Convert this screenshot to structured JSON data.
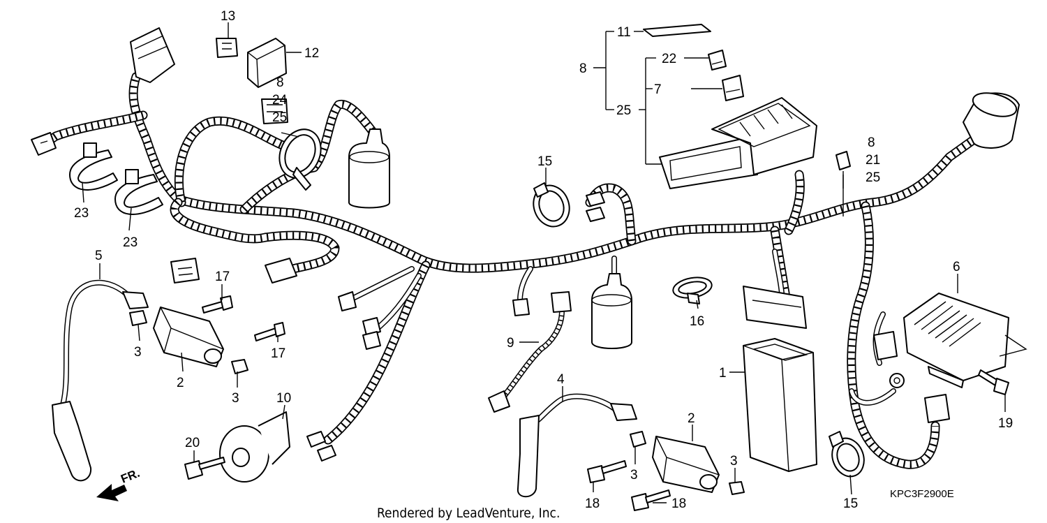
{
  "diagram": {
    "credit": "Rendered by LeadVenture, Inc.",
    "code": "KPC3F2900E",
    "direction_label": "FR.",
    "callouts": [
      {
        "id": "c13",
        "text": "13"
      },
      {
        "id": "c12",
        "text": "12"
      },
      {
        "id": "c8a",
        "text": "8"
      },
      {
        "id": "c24",
        "text": "24"
      },
      {
        "id": "c25a",
        "text": "25"
      },
      {
        "id": "c23a",
        "text": "23"
      },
      {
        "id": "c23b",
        "text": "23"
      },
      {
        "id": "c5",
        "text": "5"
      },
      {
        "id": "c17a",
        "text": "17"
      },
      {
        "id": "c3a",
        "text": "3"
      },
      {
        "id": "c17b",
        "text": "17"
      },
      {
        "id": "c2a",
        "text": "2"
      },
      {
        "id": "c3b",
        "text": "3"
      },
      {
        "id": "c10",
        "text": "10"
      },
      {
        "id": "c20",
        "text": "20"
      },
      {
        "id": "c15a",
        "text": "15"
      },
      {
        "id": "c9",
        "text": "9"
      },
      {
        "id": "c4",
        "text": "4"
      },
      {
        "id": "c2b",
        "text": "2"
      },
      {
        "id": "c3c",
        "text": "3"
      },
      {
        "id": "c3d",
        "text": "3"
      },
      {
        "id": "c18a",
        "text": "18"
      },
      {
        "id": "c18b",
        "text": "18"
      },
      {
        "id": "c11",
        "text": "11"
      },
      {
        "id": "c8b",
        "text": "8"
      },
      {
        "id": "c22",
        "text": "22"
      },
      {
        "id": "c7",
        "text": "7"
      },
      {
        "id": "c25b",
        "text": "25"
      },
      {
        "id": "c8c",
        "text": "8"
      },
      {
        "id": "c21",
        "text": "21"
      },
      {
        "id": "c25c",
        "text": "25"
      },
      {
        "id": "c16",
        "text": "16"
      },
      {
        "id": "c1",
        "text": "1"
      },
      {
        "id": "c6",
        "text": "6"
      },
      {
        "id": "c19",
        "text": "19"
      },
      {
        "id": "c15b",
        "text": "15"
      }
    ]
  }
}
